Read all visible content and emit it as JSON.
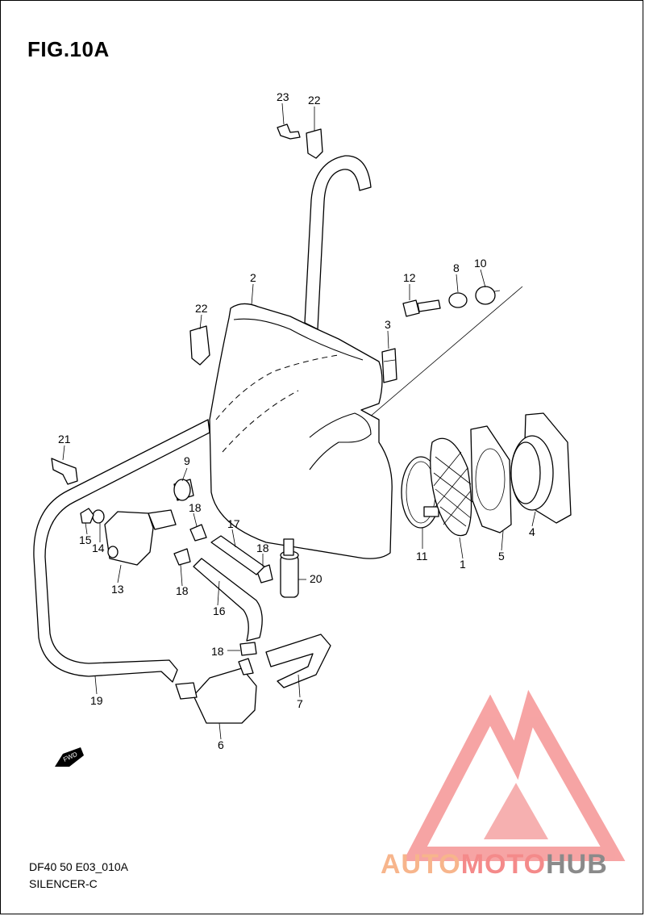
{
  "figure": {
    "title": "FIG.10A",
    "code": "DF40 50 E03_010A",
    "name": "SILENCER-C"
  },
  "callouts": {
    "c1": "1",
    "c2": "2",
    "c3": "3",
    "c4": "4",
    "c5": "5",
    "c6": "6",
    "c7": "7",
    "c8": "8",
    "c9": "9",
    "c10": "10",
    "c11": "11",
    "c12": "12",
    "c13": "13",
    "c14": "14",
    "c15": "15",
    "c16": "16",
    "c17": "17",
    "c18a": "18",
    "c18b": "18",
    "c18c": "18",
    "c18d": "18",
    "c19": "19",
    "c20": "20",
    "c21": "21",
    "c22a": "22",
    "c22b": "22",
    "c23": "23"
  },
  "fwd_label": "FWD",
  "watermark": {
    "part1": "AUTO",
    "part2": "MOTO",
    "part3": "HUB",
    "color_light": "#f7b58c",
    "color_mid": "#f48a8a",
    "color_dark": "#8a8a8a"
  }
}
